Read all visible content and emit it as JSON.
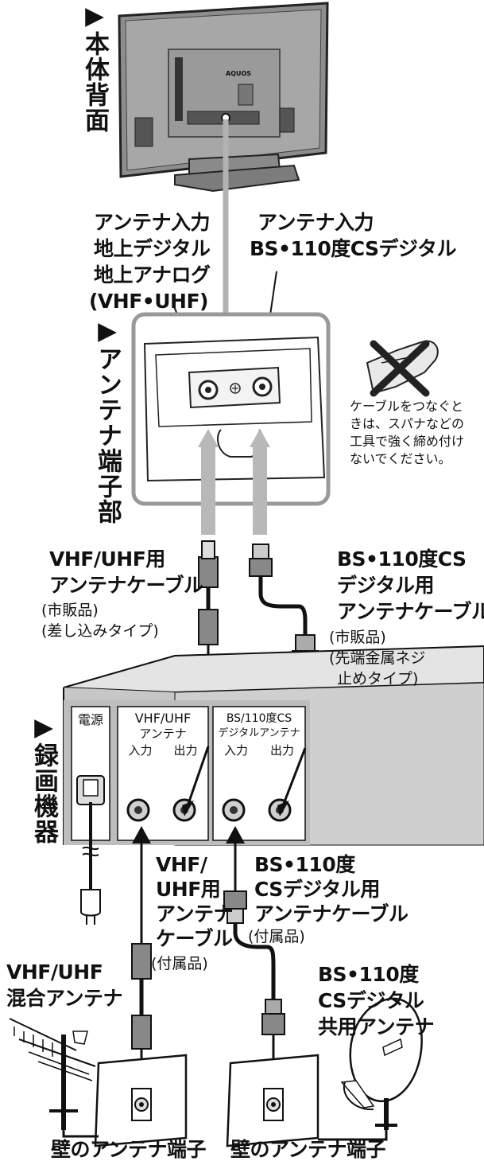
{
  "titles": {
    "tv_back": "▶本体背面",
    "antenna_terminal": "▶アンテナ端子部",
    "recorder": "▶録画機器"
  },
  "tv": {
    "brand": "AQUOS"
  },
  "antenna_inputs": {
    "terrestrial": [
      "アンテナ入力",
      "地上デジタル",
      "地上アナログ",
      "(VHF•UHF)"
    ],
    "bs_cs": [
      "アンテナ入力",
      "BS•110度CSデジタル"
    ]
  },
  "warning": [
    "ケーブルをつなぐと",
    "きは、スパナなどの",
    "工具で強く締め付け",
    "ないでください。"
  ],
  "cables": {
    "vhf_cable_top": {
      "title": [
        "VHF/UHF用",
        "アンテナケーブル"
      ],
      "notes": [
        "(市販品)",
        "(差し込みタイプ)"
      ]
    },
    "bs_cable_top": {
      "title": [
        "BS•110度CS",
        "デジタル用",
        "アンテナケーブル"
      ],
      "notes": [
        "(市販品)",
        "(先端金属ネジ",
        "止めタイプ)"
      ]
    },
    "vhf_cable_bottom": {
      "title": [
        "VHF/",
        "UHF用",
        "アンテナ",
        "ケーブル"
      ],
      "notes": [
        "(付属品)"
      ]
    },
    "bs_cable_bottom": {
      "title": [
        "BS•110度",
        "CSデジタル用",
        "アンテナケーブル"
      ],
      "notes": [
        "(付属品)"
      ]
    }
  },
  "recorder_panel": {
    "power": "電源",
    "vhf_title": "VHF/UHF",
    "vhf_sub": "アンテナ",
    "bs_title": "BS/110度CS",
    "bs_sub": "デジタルアンテナ",
    "in": "入力",
    "out": "出力"
  },
  "antennas": {
    "vhf": [
      "VHF/UHF",
      "混合アンテナ"
    ],
    "bs": [
      "BS•110度",
      "CSデジタル",
      "共用アンテナ"
    ]
  },
  "wall": {
    "left": "壁のアンテナ端子",
    "right": "壁のアンテナ端子"
  }
}
